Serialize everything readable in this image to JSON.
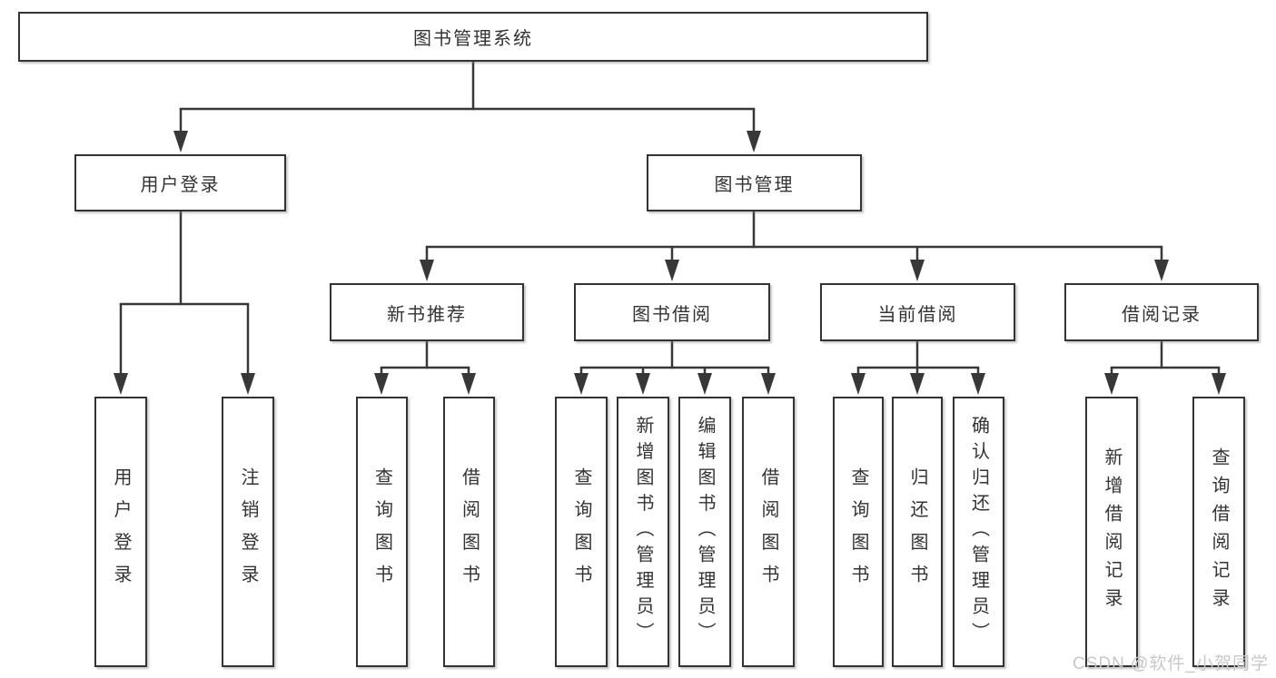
{
  "page": {
    "background": "#ffffff",
    "line_color": "#383838",
    "box_border_color": "#333333",
    "text_color": "#333333",
    "watermark": {
      "text": "CSDN @软件_小贺同学",
      "color": "#c8c8c8"
    }
  },
  "tree": {
    "root": {
      "label": "图书管理系统"
    },
    "level1": [
      {
        "label": "用户登录"
      },
      {
        "label": "图书管理"
      }
    ],
    "level2": [
      {
        "label": "新书推荐",
        "parent": "图书管理"
      },
      {
        "label": "图书借阅",
        "parent": "图书管理"
      },
      {
        "label": "当前借阅",
        "parent": "图书管理"
      },
      {
        "label": "借阅记录",
        "parent": "图书管理"
      }
    ],
    "leaves": [
      {
        "label": "用户登录",
        "parent": "用户登录"
      },
      {
        "label": "注销登录",
        "parent": "用户登录"
      },
      {
        "label": "查询图书",
        "parent": "新书推荐"
      },
      {
        "label": "借阅图书",
        "parent": "新书推荐"
      },
      {
        "label": "查询图书",
        "parent": "图书借阅"
      },
      {
        "label": "新增图书（管理员）",
        "parent": "图书借阅"
      },
      {
        "label": "编辑图书（管理员）",
        "parent": "图书借阅"
      },
      {
        "label": "借阅图书",
        "parent": "图书借阅"
      },
      {
        "label": "查询图书",
        "parent": "当前借阅"
      },
      {
        "label": "归还图书",
        "parent": "当前借阅"
      },
      {
        "label": "确认归还（管理员）",
        "parent": "当前借阅"
      },
      {
        "label": "新增借阅记录",
        "parent": "借阅记录"
      },
      {
        "label": "查询借阅记录",
        "parent": "借阅记录"
      }
    ]
  }
}
